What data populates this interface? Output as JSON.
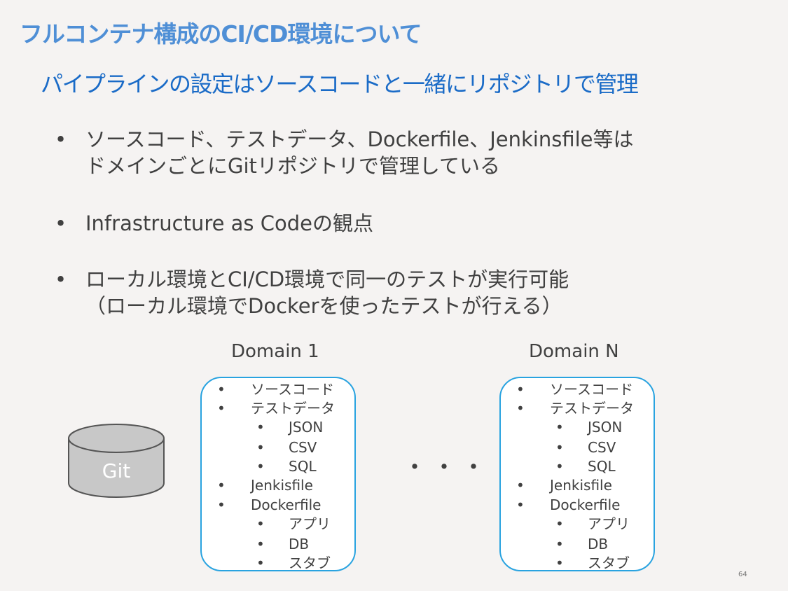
{
  "title": "フルコンテナ構成のCI/CD環境について",
  "subtitle": "パイプラインの設定はソースコードと一緒にリポジトリで管理",
  "bullet_symbol": "•",
  "bullets": [
    {
      "line1": "ソースコード、テストデータ、Dockerfile、Jenkinsfile等は",
      "line2": "ドメインごとにGitリポジトリで管理している"
    },
    {
      "line1": "Infrastructure as Codeの観点",
      "line2": ""
    },
    {
      "line1": "ローカル環境とCI/CD環境で同一のテストが実行可能",
      "line2": "（ローカル環境でDockerを使ったテストが行える）"
    }
  ],
  "git_label": "Git",
  "ellipsis": "・・・",
  "domains": [
    {
      "label": "Domain 1",
      "items": [
        {
          "text": "ソースコード",
          "level": 0
        },
        {
          "text": "テストデータ",
          "level": 0
        },
        {
          "text": "JSON",
          "level": 1
        },
        {
          "text": "CSV",
          "level": 1
        },
        {
          "text": "SQL",
          "level": 1
        },
        {
          "text": "Jenkisfile",
          "level": 0
        },
        {
          "text": "Dockerfile",
          "level": 0
        },
        {
          "text": "アプリ",
          "level": 1
        },
        {
          "text": "DB",
          "level": 1
        },
        {
          "text": "スタブ",
          "level": 1
        }
      ]
    },
    {
      "label": "Domain N",
      "items": [
        {
          "text": "ソースコード",
          "level": 0
        },
        {
          "text": "テストデータ",
          "level": 0
        },
        {
          "text": "JSON",
          "level": 1
        },
        {
          "text": "CSV",
          "level": 1
        },
        {
          "text": "SQL",
          "level": 1
        },
        {
          "text": "Jenkisfile",
          "level": 0
        },
        {
          "text": "Dockerfile",
          "level": 0
        },
        {
          "text": "アプリ",
          "level": 1
        },
        {
          "text": "DB",
          "level": 1
        },
        {
          "text": "スタブ",
          "level": 1
        }
      ]
    }
  ],
  "page_number": "64"
}
